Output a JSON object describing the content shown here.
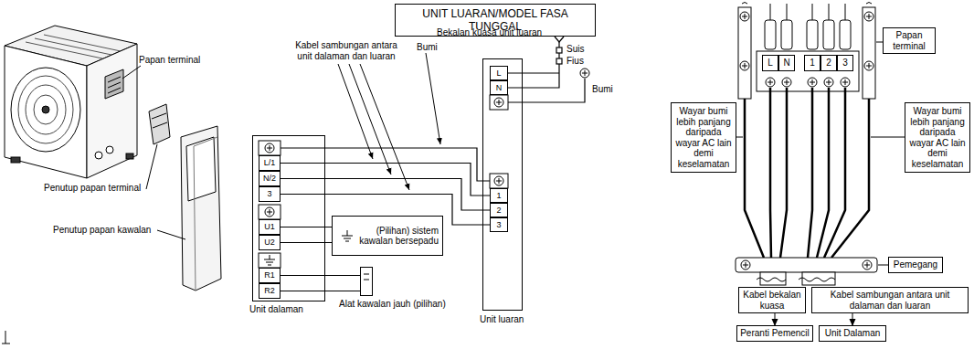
{
  "diagram": {
    "title": "UNIT LUARAN/MODEL FASA TUNGGAL",
    "nodes": [
      {
        "text": [
          "Unit dalaman"
        ]
      },
      {
        "text": [
          "L/1"
        ],
        "in": 0
      },
      {
        "text": [
          "N/2"
        ],
        "in": 0
      },
      {
        "text": [
          "3"
        ],
        "in": 0
      },
      {
        "text": [
          "U1"
        ],
        "in": 0
      },
      {
        "text": [
          "U2"
        ],
        "in": 0
      },
      {
        "text": [
          "R1"
        ],
        "in": 0
      },
      {
        "text": [
          "R2"
        ],
        "in": 0
      },
      {
        "text": [
          "(Pilihan) sistem kawalan bersepadu"
        ]
      },
      {
        "text": [
          "Alat kawalan jauh (pilihan)"
        ]
      },
      {
        "text": [
          "Unit luaran"
        ]
      },
      {
        "text": [
          "L"
        ],
        "in": 10
      },
      {
        "text": [
          "N"
        ],
        "in": 10
      },
      {
        "text": [
          "1"
        ],
        "in": 10
      },
      {
        "text": [
          "2"
        ],
        "in": 10
      },
      {
        "text": [
          "3"
        ],
        "in": 10
      },
      {
        "text": [
          "L"
        ]
      },
      {
        "text": [
          "N"
        ]
      },
      {
        "text": [
          "1"
        ]
      },
      {
        "text": [
          "2"
        ]
      },
      {
        "text": [
          "3"
        ]
      },
      {
        "text": [
          "Papan terminal"
        ]
      },
      {
        "text": [
          "Wayar bumi lebih panjang daripada wayar AC lain demi keselamatan"
        ]
      },
      {
        "text": [
          "Wayar bumi lebih panjang daripada wayar AC lain demi keselamatan"
        ]
      },
      {
        "text": [
          "Pemegang"
        ]
      },
      {
        "text": [
          "Kabel bekalan kuasa"
        ]
      },
      {
        "text": [
          "Kabel sambungan antara unit dalaman dan luaran"
        ]
      },
      {
        "text": [
          "Peranti Pemencil"
        ]
      },
      {
        "text": [
          "Unit Dalaman"
        ]
      }
    ],
    "edges": [
      {
        "from": 1,
        "to": 13,
        "arrow": "none"
      },
      {
        "from": 2,
        "to": 14,
        "arrow": "none"
      },
      {
        "from": 3,
        "to": 15,
        "arrow": "none"
      },
      {
        "from": 4,
        "to": 8,
        "arrow": "none"
      },
      {
        "from": 5,
        "to": 8,
        "arrow": "none"
      },
      {
        "from": 6,
        "to": 9,
        "arrow": "none"
      },
      {
        "from": 7,
        "to": 9,
        "arrow": "none"
      },
      {
        "from": 25,
        "to": 27,
        "arrow": "to"
      },
      {
        "from": 26,
        "to": 28,
        "arrow": "to"
      }
    ],
    "labels": [
      "Papan terminal",
      "Penutup papan terminal",
      "Penutup papan kawalan",
      "Kabel sambungan antara unit dalaman dan luaran",
      "Bumi",
      "Bekalan kuasa unit luaran",
      "Suis",
      "Fius",
      "Bumi"
    ]
  }
}
